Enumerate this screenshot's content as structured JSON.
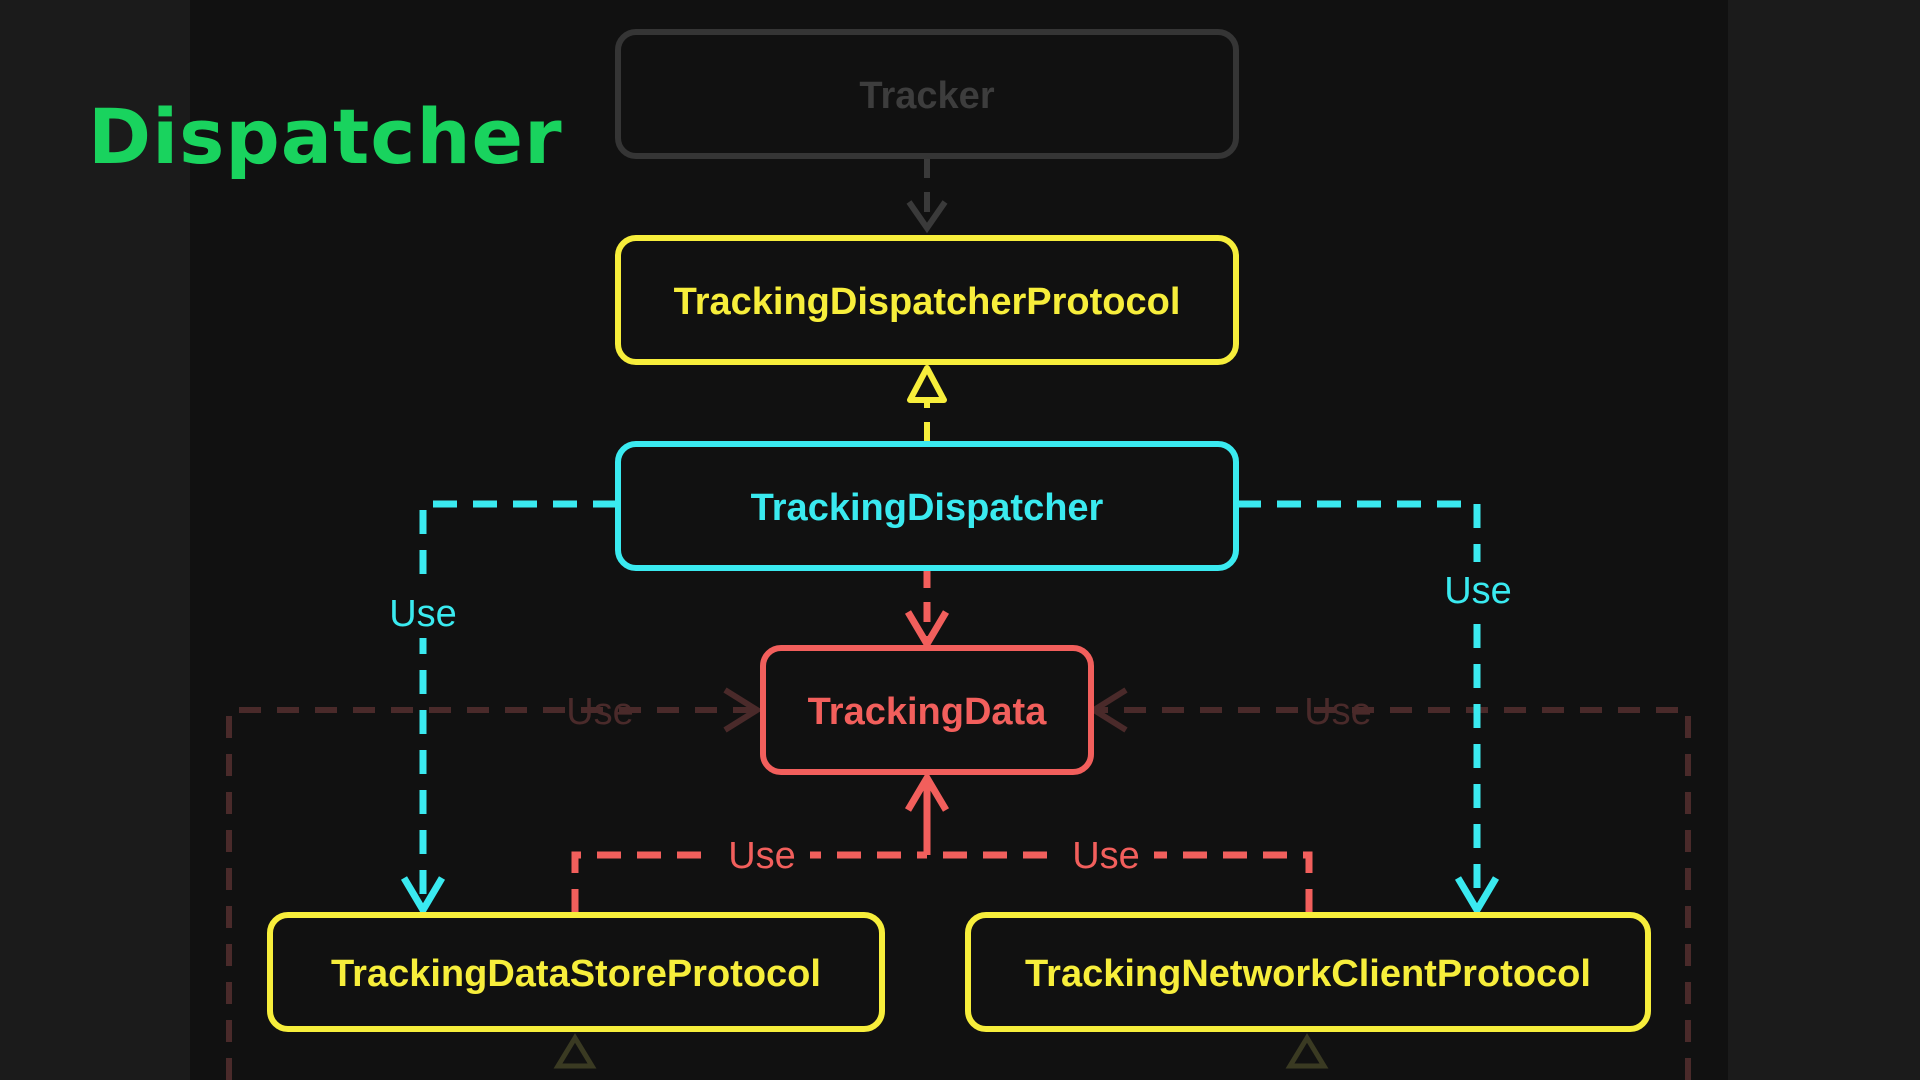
{
  "title": "Dispatcher",
  "colors": {
    "interface": "#f7ee3b",
    "concrete": "#3aeaf0",
    "data": "#f25f5c",
    "title": "#19d35e",
    "faded": "#3a3a3a"
  },
  "nodes": {
    "tracker": "Tracker",
    "dispatcher_protocol": "TrackingDispatcherProtocol",
    "dispatcher": "TrackingDispatcher",
    "data": "TrackingData",
    "store_protocol": "TrackingDataStoreProtocol",
    "network_protocol": "TrackingNetworkClientProtocol"
  },
  "edges": {
    "dispatcher_to_store": "Use",
    "dispatcher_to_network": "Use",
    "store_to_data": "Use",
    "network_to_data": "Use",
    "faded_left_to_data": "Use",
    "faded_right_to_data": "Use"
  }
}
